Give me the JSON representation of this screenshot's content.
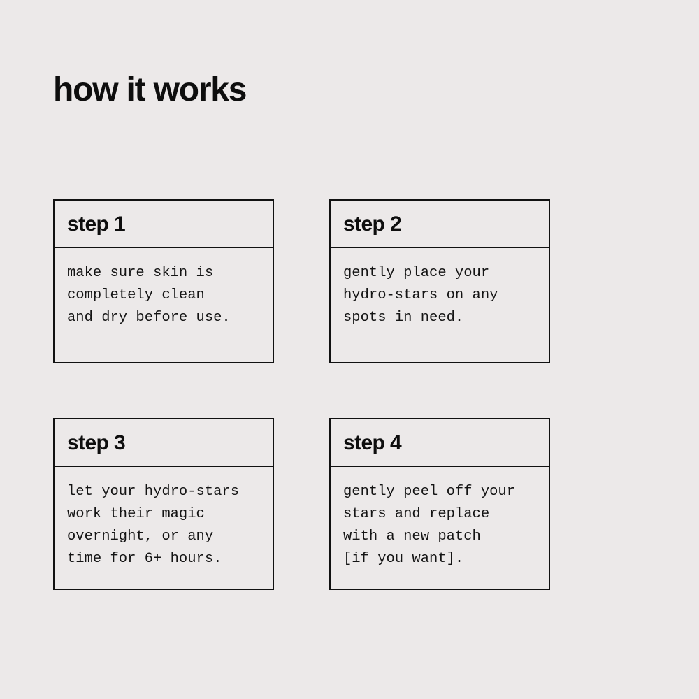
{
  "theme": {
    "background": "#ECE9E9",
    "ink": "#111111",
    "text": "#141414"
  },
  "heading": {
    "title": "how it works"
  },
  "steps": [
    {
      "title": "step 1",
      "body": "make sure skin is\ncompletely clean\nand dry before use."
    },
    {
      "title": "step 2",
      "body": "gently place your\nhydro-stars on any\nspots in need."
    },
    {
      "title": "step 3",
      "body": "let your hydro-stars\nwork their magic\novernight, or any\ntime for 6+ hours."
    },
    {
      "title": "step 4",
      "body": "gently peel off your\nstars and replace\nwith a new patch\n[if you want]."
    }
  ]
}
